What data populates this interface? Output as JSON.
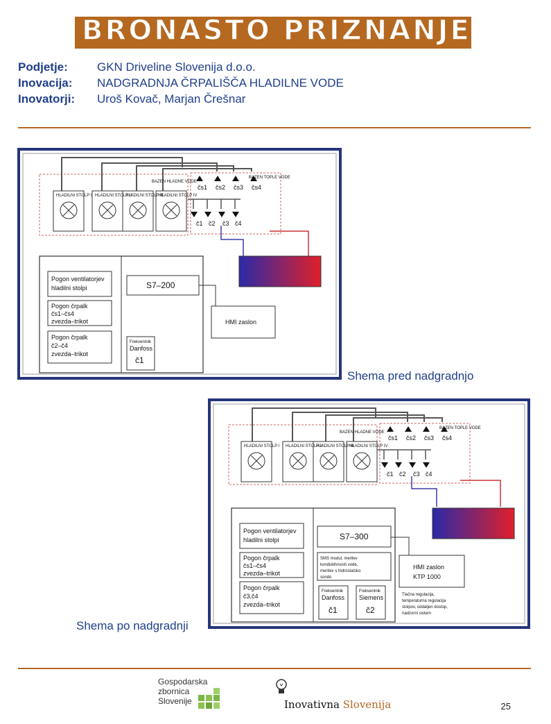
{
  "header": {
    "title": "BRONASTO PRIZNANJE"
  },
  "info": [
    {
      "label": "Podjetje:",
      "value": "GKN Driveline Slovenija d.o.o."
    },
    {
      "label": "Inovacija:",
      "value": "NADGRADNJA ČRPALIŠČA HLADILNE VODE"
    },
    {
      "label": "Inovatorji:",
      "value": "Uroš Kovač, Marjan Črešnar"
    }
  ],
  "diagram_before": {
    "caption": "Shema pred nadgradnjo",
    "tower_labels": [
      "HLADILNI STOLP I",
      "HLADILNI STOLP II",
      "HLADILNI STOLP III",
      "HLADILNI STOLP IV"
    ],
    "basin_cold": "BAZEN HLADNE VODE",
    "basin_warm": "BAZEN TOPLE VODE",
    "pumps_top": [
      "čs1",
      "čs2",
      "čs3",
      "čs4"
    ],
    "pumps_bottom": [
      "č1",
      "č2",
      "č3",
      "č4"
    ],
    "drive_fans": [
      "Pogon ventilatorjev",
      "hladilni stolpi"
    ],
    "drive_pumps1": [
      "Pogon črpalk",
      "čs1–čs4",
      "zvezda–trikot"
    ],
    "drive_pumps2": [
      "Pogon črpalk",
      "č2–č4",
      "zvezda–trikot"
    ],
    "plc": "S7–200",
    "hmi": "HMI zaslon",
    "vfd_type": "Frekventnik",
    "vfd_brand": "Danfoss",
    "vfd_pump": "č1"
  },
  "diagram_after": {
    "caption": "Shema po nadgradnji",
    "tower_labels": [
      "HLADILNI STOLP I",
      "HLADILNI STOLP II",
      "HLADILNI STOLP III",
      "HLADILNI STOLP IV"
    ],
    "basin_cold": "BAZEN HLADNE VODE",
    "basin_warm": "BAZEN TOPLE VODE",
    "pumps_top": [
      "čs1",
      "čs2",
      "čs3",
      "čs4"
    ],
    "pumps_bottom": [
      "č1",
      "č2",
      "č3",
      "č4"
    ],
    "drive_fans": [
      "Pogon ventilatorjev",
      "hladilni stolpi"
    ],
    "drive_pumps1": [
      "Pogon črpalk",
      "čs1–čs4",
      "zvezda–trikot"
    ],
    "drive_pumps2": [
      "Pogon črpalk",
      "č3,č4",
      "zvezda–trikot"
    ],
    "plc": "S7–300",
    "sms": [
      "SMS modul, merilev",
      "konduktivnosti vode,",
      "meritev s hidrostatsko",
      "sondo"
    ],
    "hmi": [
      "HMI zaslon",
      "KTP 1000"
    ],
    "features": [
      "Tlačna regulacija,",
      "temperaturna regulacija",
      "stolpov, oddaljen dostop,",
      "nadzorni sistem"
    ],
    "vfd1_type": "Frekventnik",
    "vfd1_brand": "Danfoss",
    "vfd1_pump": "č1",
    "vfd2_type": "Frekventnik",
    "vfd2_brand": "Siemens",
    "vfd2_pump": "č2"
  },
  "footer": {
    "chamber_lines": [
      "Gospodarska",
      "zbornica",
      "Slovenije"
    ],
    "inov_part1": "Inovativna",
    "inov_part2": "Slovenija",
    "page_number": "25"
  },
  "colors": {
    "brand_bronze": "#b5681f",
    "frame_blue": "#25357a",
    "text_blue": "#1f3f8a"
  }
}
